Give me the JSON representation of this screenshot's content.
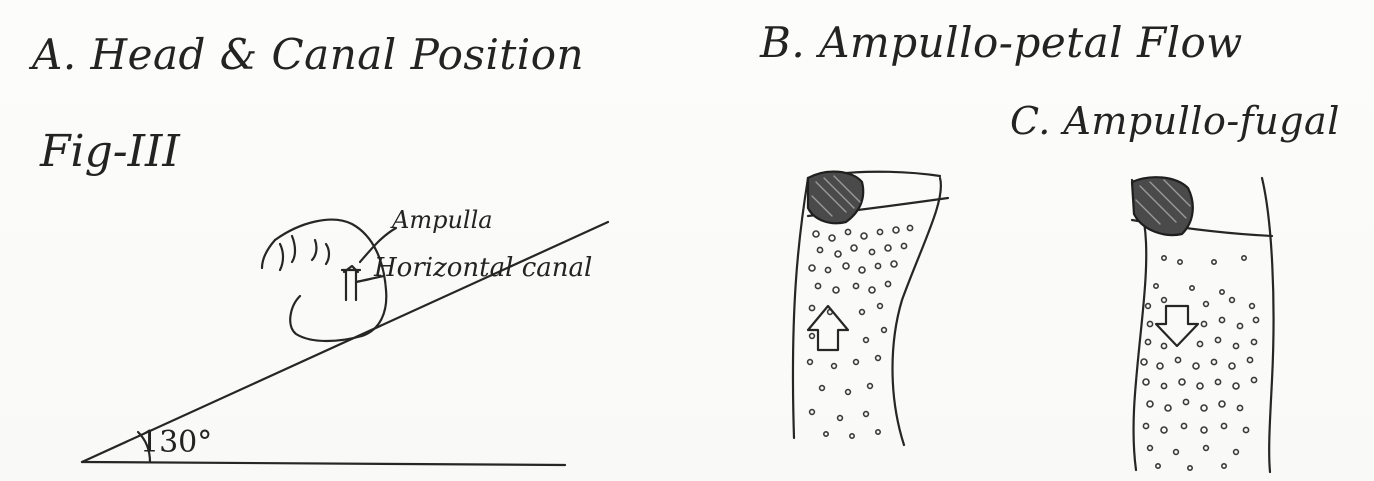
{
  "figure": {
    "title_a": "A. Head & Canal Position",
    "title_b": "B. Ampullo-petal Flow",
    "title_c": "C. Ampullo-fugal",
    "fig_label": "Fig-III"
  },
  "labels": {
    "ampulla": "Ampulla",
    "horizontal_canal": "Horizontal canal",
    "angle": "130°"
  },
  "colors": {
    "ink": "#232323",
    "paper": "#fbfbf9"
  },
  "icons": {
    "arrow_b": "up-arrow-icon",
    "arrow_c": "down-arrow-icon"
  }
}
